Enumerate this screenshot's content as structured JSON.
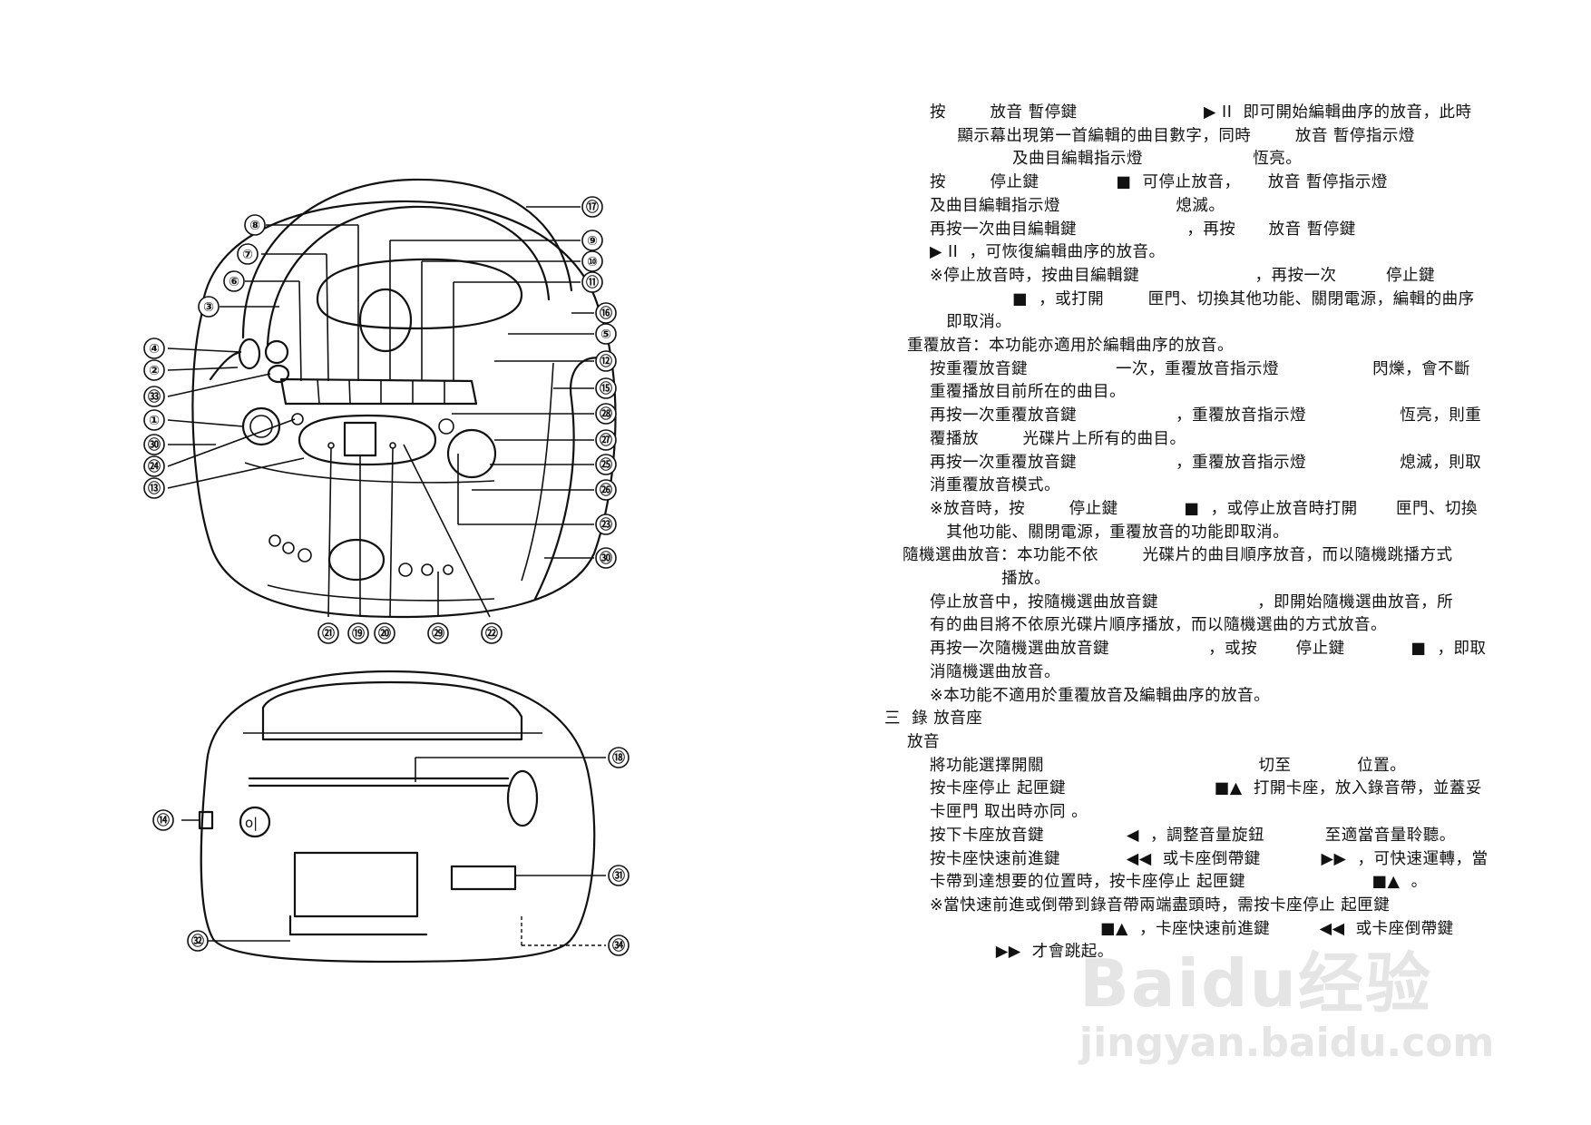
{
  "diagram": {
    "callouts": {
      "c1": "①",
      "c2": "②",
      "c3": "③",
      "c4": "④",
      "c5": "⑤",
      "c6": "⑥",
      "c7": "⑦",
      "c8": "⑧",
      "c9": "⑨",
      "c10": "⑩",
      "c11": "⑪",
      "c12": "⑫",
      "c13": "⑬",
      "c14": "⑭",
      "c15": "⑮",
      "c16": "⑯",
      "c17": "⑰",
      "c18": "⑱",
      "c19": "⑲",
      "c20": "⑳",
      "c21": "㉑",
      "c22": "㉒",
      "c23": "㉓",
      "c24": "㉔",
      "c25": "㉕",
      "c26": "㉖",
      "c27": "㉗",
      "c28": "㉘",
      "c29": "㉙",
      "c30": "㉚",
      "c31": "㉛",
      "c32": "㉜",
      "c33": "㉝",
      "c34": "㉞"
    }
  },
  "text": {
    "lines": [
      "按        放音 暫停鍵                       ▶ II  即可開始編輯曲序的放音，此時",
      "     顯示幕出現第一首編輯的曲目數字，同時        放音 暫停指示燈",
      "               及曲目編輯指示燈                    恆亮。",
      "按        停止鍵              ■  可停止放音，     放音 暫停指示燈",
      "及曲目編輯指示燈                     熄滅。",
      "再按一次曲目編輯鍵                    ，再按      放音 暫停鍵",
      "▶ II  ，可恢復編輯曲序的放音。",
      "※停止放音時，按曲目編輯鍵                     ，再按一次         停止鍵",
      "               ■  ，或打開        匣門、切換其他功能、關閉電源，編輯的曲序",
      "   即取消。",
      "重覆放音：本功能亦適用於編輯曲序的放音。",
      "按重覆放音鍵                一次，重覆放音指示燈                 閃爍，會不斷",
      "重覆播放目前所在的曲目。",
      "再按一次重覆放音鍵                  ，重覆放音指示燈                 恆亮，則重",
      "覆播放        光碟片上所有的曲目。",
      "再按一次重覆放音鍵                  ，重覆放音指示燈                 熄滅，則取",
      "消重覆放音模式。",
      "※放音時，按        停止鍵            ■  ，或停止放音時打開       匣門、切換",
      "   其他功能、關閉電源，重覆放音的功能即取消。",
      "隨機選曲放音：本功能不依        光碟片的曲目順序放音，而以隨機跳播方式",
      "                  播放。",
      "停止放音中，按隨機選曲放音鍵                  ，即開始隨機選曲放音，所",
      "有的曲目將不依原光碟片順序播放，而以隨機選曲的方式放音。",
      "再按一次隨機選曲放音鍵                  ，或按       停止鍵            ■  ，即取",
      "消隨機選曲放音。",
      "※本功能不適用於重覆放音及編輯曲序的放音。",
      "三  錄 放音座",
      "放音",
      "將功能選擇開關                                       切至            位置。",
      "按卡座停止 起匣鍵                           ■▲  打開卡座，放入錄音帶，並蓋妥",
      "卡匣門 取出時亦同 。",
      "按下卡座放音鍵               ◀  ，調整音量旋鈕           至適當音量聆聽。",
      "按卡座快速前進鍵            ◀◀  或卡座倒帶鍵           ▶▶  ，可快速運轉，當",
      "卡帶到達想要的位置時，按卡座停止 起匣鍵                       ■▲  。",
      "※當快速前進或倒帶到錄音帶兩端盡頭時，需按卡座停止 起匣鍵",
      "                               ■▲  ，卡座快速前進鍵         ◀◀  或卡座倒帶鍵",
      "            ▶▶  才會跳起。"
    ]
  },
  "watermark": {
    "brand": "Baidu经验",
    "url": "jingyan.baidu.com"
  }
}
